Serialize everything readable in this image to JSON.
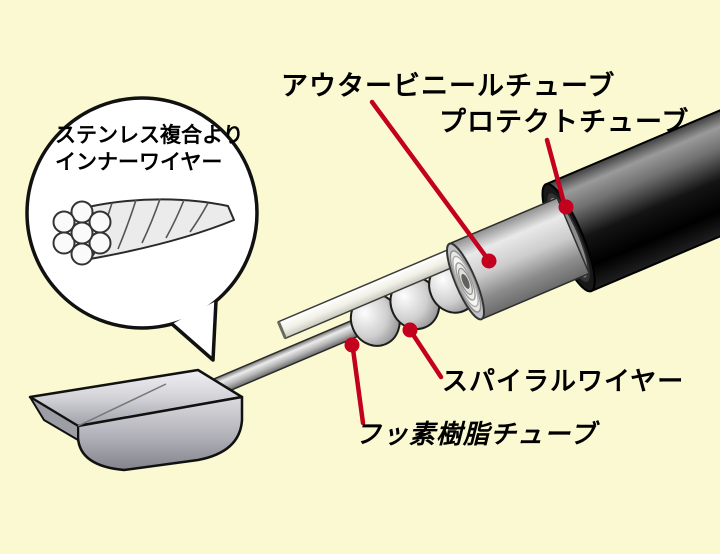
{
  "page": {
    "background": "#FAF9D2"
  },
  "labels": {
    "outer_vinyl_tube": "アウタービニールチューブ",
    "protect_tube": "プロテクトチューブ",
    "spiral_wire": "スパイラルワイヤー",
    "fluorine_resin_tube": "フッ素樹脂チューブ"
  },
  "callout": {
    "line1": "ステンレス複合より",
    "line2": "インナーワイヤー"
  },
  "colors": {
    "background": "#FAF9D2",
    "leader_line": "#C3001E",
    "text": "#000000",
    "outline": "#111111"
  }
}
